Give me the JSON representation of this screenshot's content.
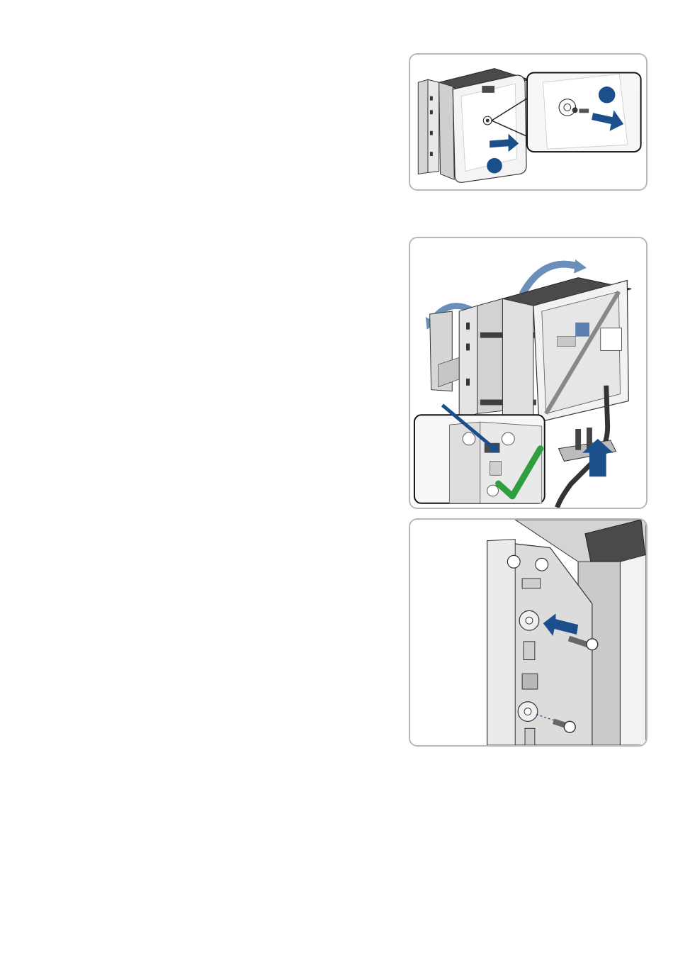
{
  "figures": [
    {
      "id": "fig1",
      "icon": "remove-cover-screw-illustration"
    },
    {
      "id": "fig2",
      "icon": "lift-inverter-hang-on-bracket-illustration"
    },
    {
      "id": "fig3",
      "icon": "insert-securing-screws-illustration"
    }
  ],
  "colors": {
    "arrow": "#1b4f8c",
    "check": "#2e9e3f",
    "frame": "#b8b8b8",
    "outline": "#333333",
    "metal_light": "#e6e6e6",
    "metal_mid": "#cfcfcf",
    "dark": "#4a4a4a"
  }
}
